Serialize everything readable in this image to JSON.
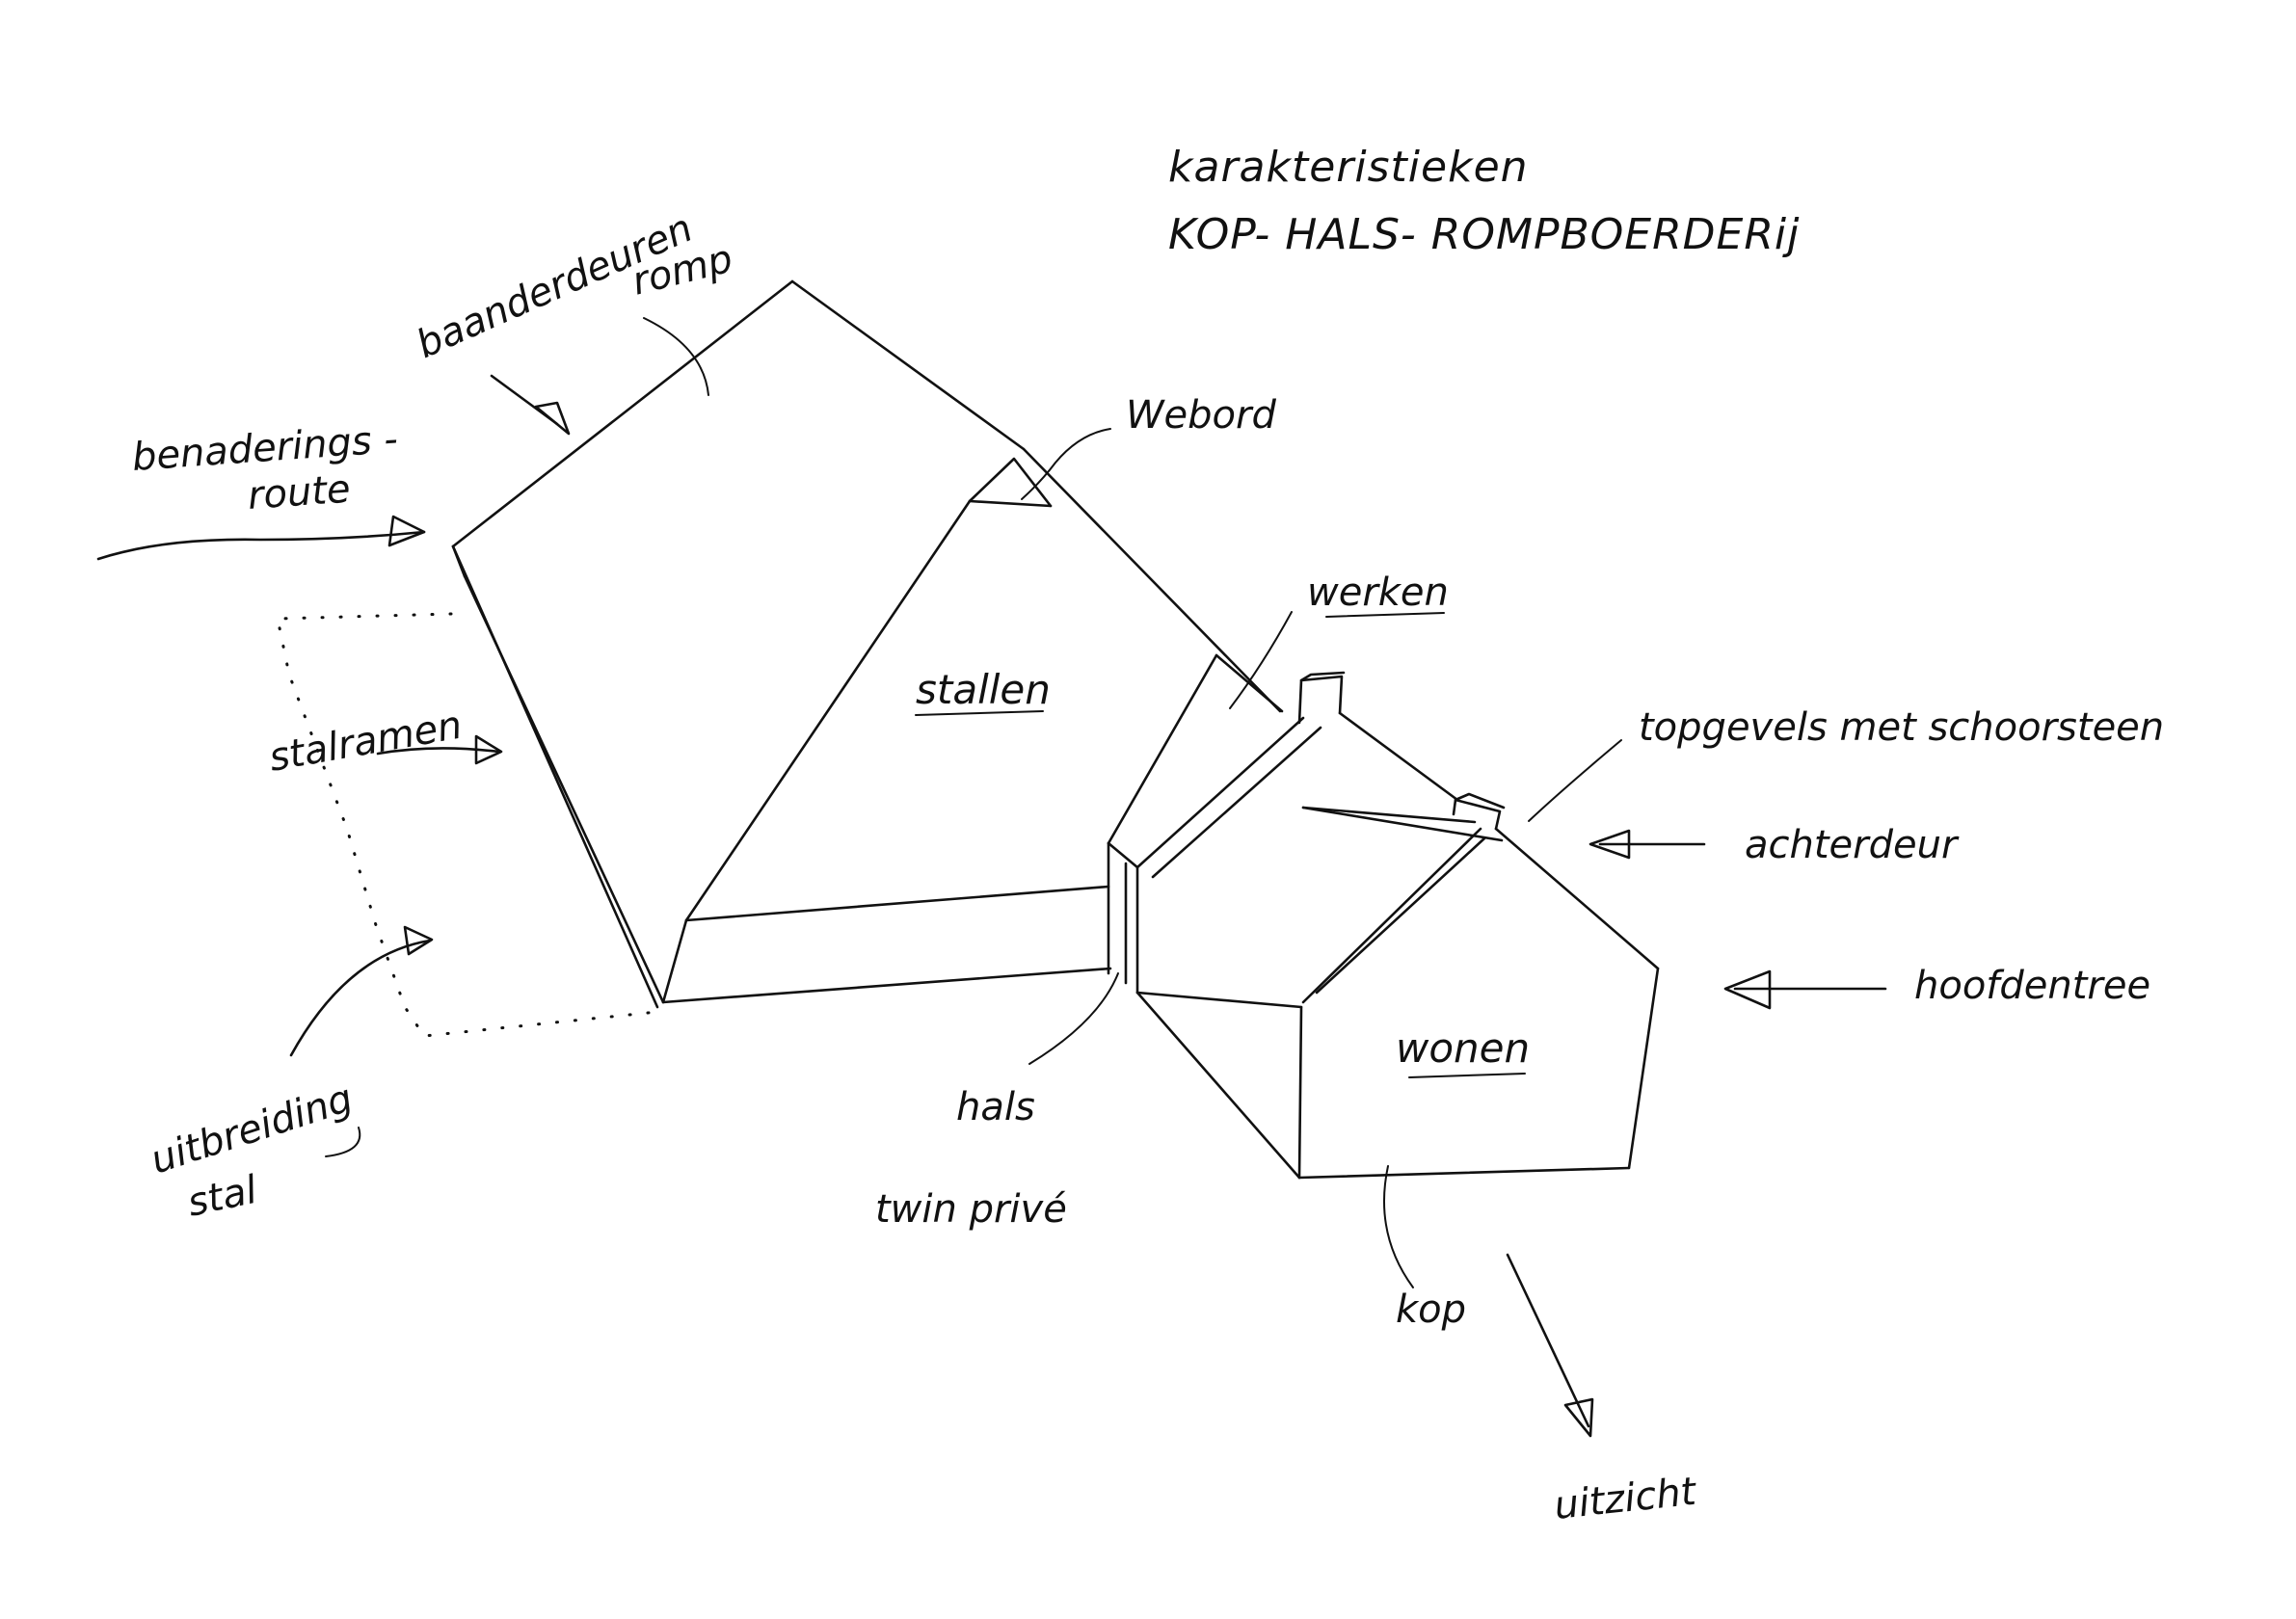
{
  "title": {
    "line1": "karakteristieken",
    "line2": "KOP- HALS- ROMPBOERDERij"
  },
  "labels": {
    "baanderdeuren": "baanderdeuren",
    "romp": "romp",
    "benaderings": "benaderings -",
    "route": "route",
    "windbord": "Webord",
    "werken": "werken",
    "stallen": "stallen",
    "stalramen": "stalramen",
    "topgevels": "topgevels met schoorsteen",
    "achterdeur": "achterdeur",
    "hoofdentree": "hoofdentree",
    "wonen": "wonen",
    "hals": "hals",
    "twin_prive": "twin privé",
    "uitbreiding": "uitbreiding",
    "stal": "stal",
    "kop": "kop",
    "uitzicht": "uitzicht"
  }
}
